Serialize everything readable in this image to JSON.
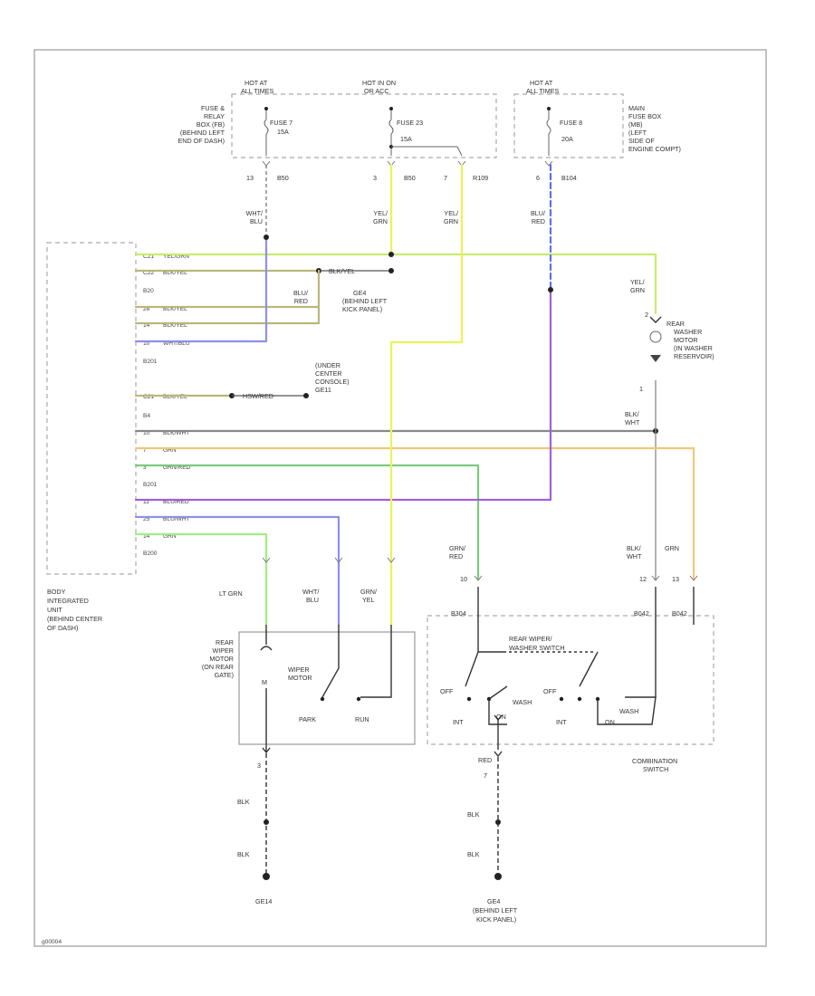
{
  "fuses": {
    "left": {
      "hot_1": "HOT AT",
      "hot_2": "ALL TIMES",
      "name": "FUSE 7",
      "amp": "15A"
    },
    "mid": {
      "hot_1": "HOT IN ON",
      "hot_2": "OR ACC",
      "name": "FUSE 23",
      "amp": "15A"
    },
    "right": {
      "hot_1": "HOT AT",
      "hot_2": "ALL TIMES",
      "name": "FUSE 8",
      "amp": "20A"
    }
  },
  "fuse_box_labels": {
    "left": [
      "FUSE &",
      "RELAY",
      "BOX (FB)",
      "(BEHIND LEFT",
      "END OF DASH)"
    ],
    "right": [
      "MAIN",
      "FUSE BOX",
      "(MB)",
      "(LEFT",
      "SIDE OF",
      "ENGINE COMPT)"
    ]
  },
  "connector_pins": {
    "p1_pin": "13",
    "p1_conn": "B50",
    "p2_pin": "3",
    "p2_conn": "B50",
    "p3_pin": "7",
    "p3_conn": "R109",
    "p4_pin": "6",
    "p4_conn": "B104"
  },
  "wire_colors": {
    "w1_a": "WHT/",
    "w1_b": "BLU",
    "w2_a": "YEL/",
    "w2_b": "GRN",
    "w3_a": "YEL/",
    "w3_b": "GRN",
    "w4_a": "BLU/",
    "w4_b": "RED"
  },
  "biu": {
    "label": [
      "BODY",
      "INTEGRATED",
      "UNIT",
      "(BEHIND CENTER",
      "OF DASH)"
    ],
    "rows": [
      {
        "pin": "C21",
        "color": "YEL/GRN"
      },
      {
        "pin": "C22",
        "color": "BLK/YEL"
      },
      {
        "pin": "B20",
        "color": ""
      },
      {
        "pin": "28",
        "color": "BLK/YEL"
      },
      {
        "pin": "14",
        "color": "BLK/YEL"
      },
      {
        "pin": "10",
        "color": "WHT/BLU"
      },
      {
        "pin": "B201",
        "color": ""
      },
      {
        "pin": "C21",
        "color": "BLK/YEL"
      },
      {
        "pin": "B4",
        "color": ""
      },
      {
        "pin": "10",
        "color": "BLK/WHT"
      },
      {
        "pin": "7",
        "color": "GRN"
      },
      {
        "pin": "3",
        "color": "GRN/RED"
      },
      {
        "pin": "B201",
        "color": ""
      },
      {
        "pin": "11",
        "color": "BLU/RED"
      },
      {
        "pin": "25",
        "color": "BLU/WHT"
      },
      {
        "pin": "14",
        "color": "GRN"
      },
      {
        "pin": "B200",
        "color": ""
      }
    ]
  },
  "splices": {
    "blk_yel_label": "BLK/YEL",
    "blu_red_a": "BLU/",
    "blu_red_b": "RED",
    "g4_lines": [
      "GE4",
      "(BEHIND LEFT",
      "KICK PANEL)"
    ],
    "hsw_label": "HSW/RED",
    "under_console": [
      "(UNDER",
      "CENTER",
      "CONSOLE)",
      "GE11"
    ]
  },
  "washer_motor": {
    "wire_a": "YEL/",
    "wire_b": "GRN",
    "pin_top": "2",
    "label": [
      "REAR",
      "WASHER",
      "MOTOR",
      "(IN WASHER",
      "RESERVOIR)"
    ],
    "pin_bottom": "1",
    "gnd_wire_a": "BLK/",
    "gnd_wire_b": "WHT"
  },
  "combo_wires": {
    "grn_red_a": "GRN/",
    "grn_red_b": "RED",
    "grn_red_pin": "10",
    "blk_wht_a": "BLK/",
    "blk_wht_b": "WHT",
    "blk_wht_pin": "12",
    "grn_label": "GRN",
    "grn_pin": "13"
  },
  "wiper_motor": {
    "wires": {
      "lt_grn": "LT GRN",
      "wht_a": "WHT/",
      "wht_b": "BLU",
      "grn_a": "GRN/",
      "grn_b": "YEL"
    },
    "label": [
      "REAR",
      "WIPER",
      "MOTOR",
      "(ON REAR",
      "GATE)"
    ],
    "motor_text_a": "WIPER",
    "motor_text_b": "MOTOR",
    "m_symbol": "M",
    "park": "PARK",
    "run": "RUN",
    "gnd_pin": "3",
    "gnd_wire_1": "BLK",
    "gnd_wire_2": "BLK",
    "gnd_name": "GE14"
  },
  "combo_switch": {
    "conn_left": "B304",
    "conn_right_1": "B042",
    "conn_right_2": "B042",
    "title_1": "REAR WIPER/",
    "title_2": "WASHER SWITCH",
    "off_1": "OFF",
    "on_1": "ON",
    "wash_1": "WASH",
    "int_1": "INT",
    "int_2": "INT",
    "off_2": "OFF",
    "on_2": "ON",
    "wash_2": "WASH",
    "name_1": "COMBINATION",
    "name_2": "SWITCH",
    "gnd_pin_a": "RED",
    "gnd_pin_b": "7",
    "gnd_wire_1": "BLK",
    "gnd_wire_2": "BLK",
    "gnd_loc": [
      "GE4",
      "(BEHIND LEFT",
      "KICK PANEL)"
    ]
  },
  "footer_code": "g00004"
}
